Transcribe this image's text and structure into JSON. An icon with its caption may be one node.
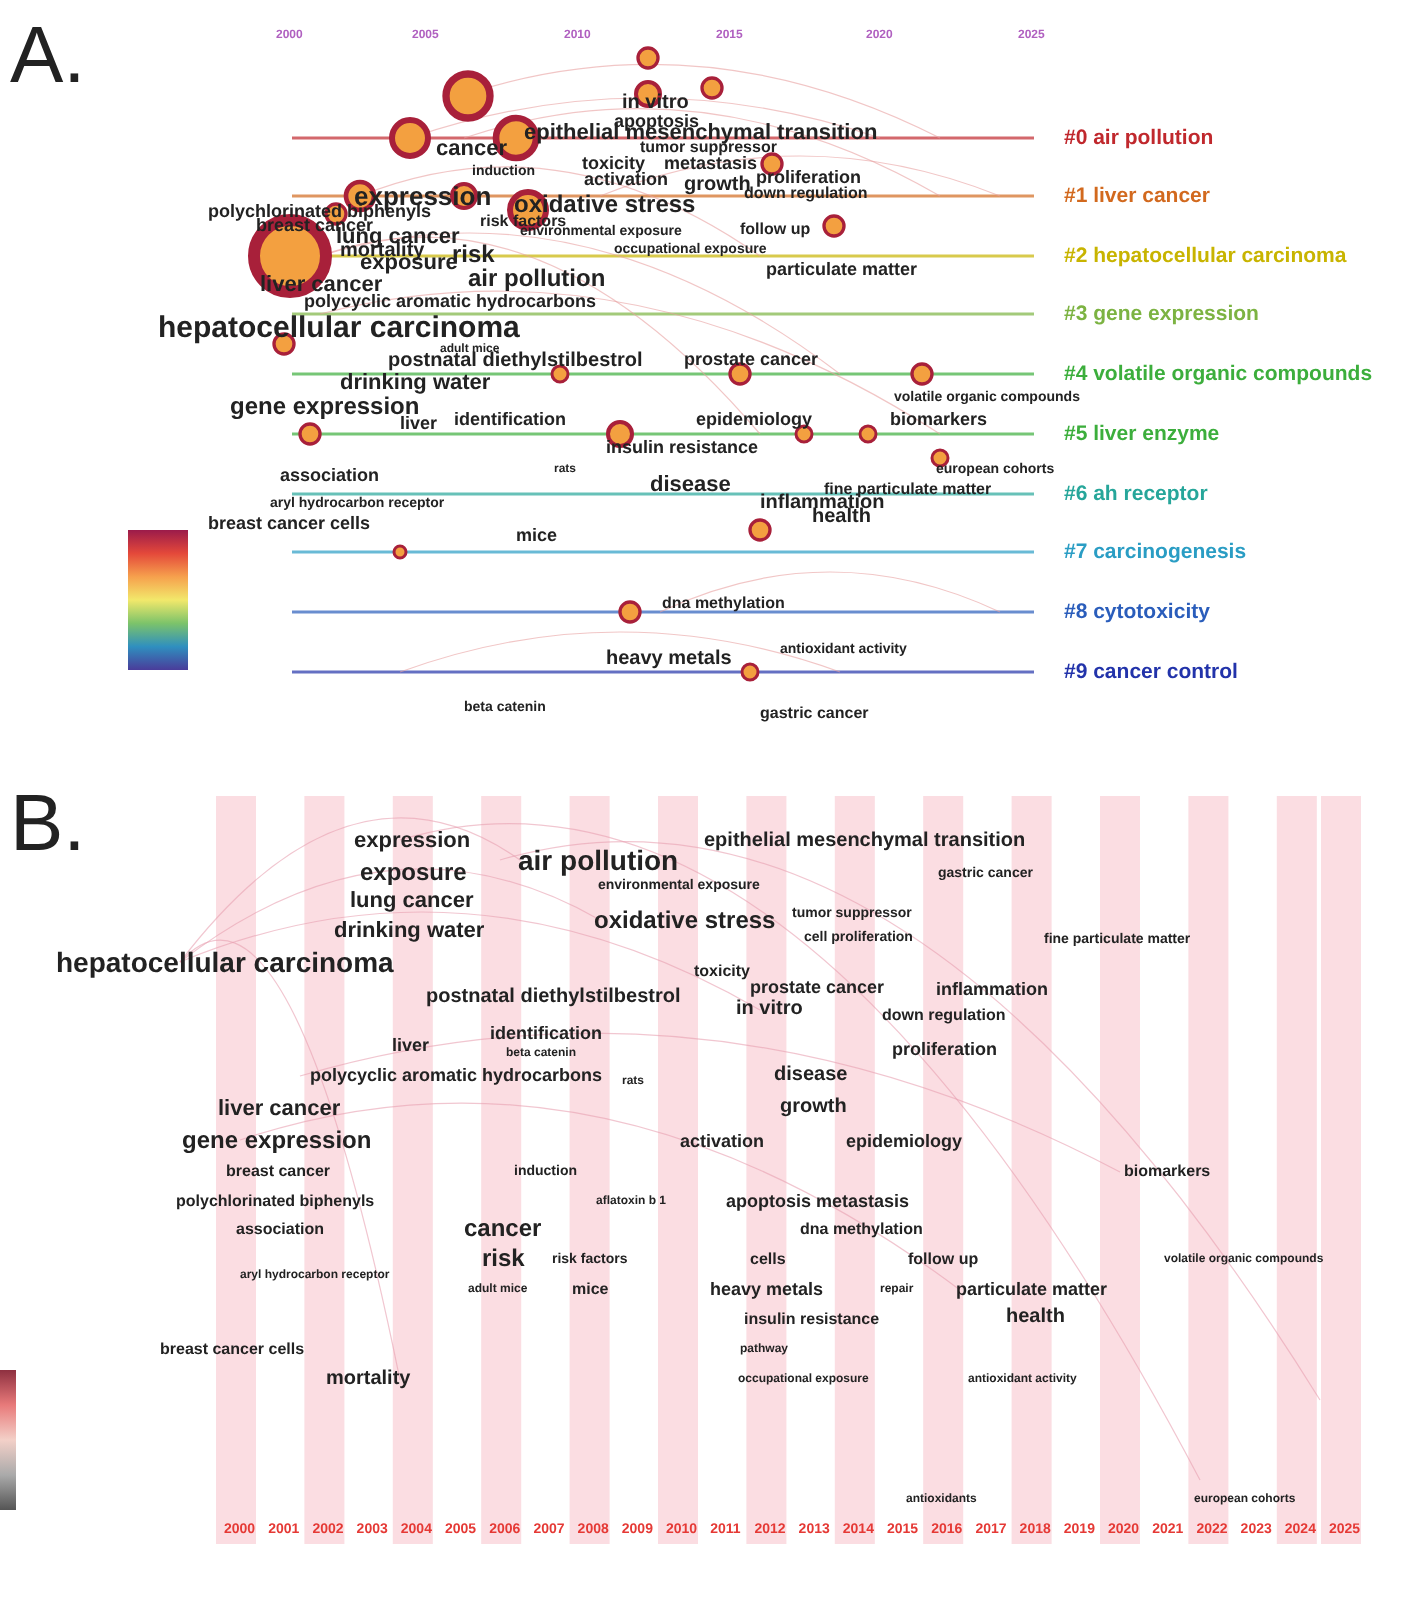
{
  "diagram": {
    "labels": [
      "A.",
      "2000",
      "2005",
      "2010",
      "2015",
      "2020",
      "2025",
      "in vitro",
      "apoptosis",
      "cancer",
      "epithelial mesenchymal transition",
      "tumor suppressor",
      "#0 air pollution",
      "toxicity",
      "metastasis",
      "induction",
      "activation",
      "growth",
      "proliferation",
      "down regulation",
      "#1 liver cancer",
      "expression",
      "oxidative stress",
      "polychlorinated biphenyls",
      "breast cancer",
      "risk factors",
      "environmental exposure",
      "follow up",
      "lung cancer",
      "mortality",
      "exposure",
      "risk",
      "air pollution",
      "occupational exposure",
      "particulate matter",
      "#2 hepatocellular carcinoma",
      "liver cancer",
      "polycyclic aromatic hydrocarbons",
      "#3 gene expression",
      "hepatocellular carcinoma",
      "adult mice",
      "postnatal diethylstilbestrol",
      "prostate cancer",
      "#4 volatile organic compounds",
      "drinking water",
      "volatile organic compounds",
      "gene expression",
      "liver",
      "identification",
      "epidemiology",
      "biomarkers",
      "#5 liver enzyme",
      "insulin resistance",
      "rats",
      "european cohorts",
      "fine particulate matter",
      "association",
      "#6 ah receptor",
      "disease",
      "aryl hydrocarbon receptor",
      "inflammation",
      "health",
      "breast cancer cells",
      "mice",
      "#7 carcinogenesis",
      "dna methylation",
      "#8 cytotoxicity",
      "antioxidant activity",
      "heavy metals",
      "#9 cancer control",
      "beta catenin",
      "gastric cancer",
      "B.",
      "expression",
      "epithelial mesenchymal transition",
      "air pollution",
      "exposure",
      "gastric cancer",
      "environmental exposure",
      "lung cancer",
      "oxidative stress",
      "tumor suppressor",
      "drinking water",
      "cell proliferation",
      "fine particulate matter",
      "hepatocellular carcinoma",
      "toxicity",
      "prostate cancer",
      "inflammation",
      "postnatal diethylstilbestrol",
      "in vitro",
      "down regulation",
      "identification",
      "liver",
      "beta catenin",
      "proliferation",
      "polycyclic aromatic hydrocarbons",
      "rats",
      "disease",
      "liver cancer",
      "growth",
      "gene expression",
      "activation",
      "epidemiology",
      "breast cancer",
      "induction",
      "biomarkers",
      "polychlorinated biphenyls",
      "aflatoxin b 1",
      "apoptosis metastasis",
      "association",
      "cancer",
      "dna methylation",
      "risk",
      "risk factors",
      "cells",
      "follow up",
      "volatile organic compounds",
      "aryl hydrocarbon receptor",
      "adult mice",
      "mice",
      "heavy metals",
      "repair",
      "particulate matter",
      "insulin resistance",
      "health",
      "breast cancer cells",
      "pathway",
      "mortality",
      "occupational exposure",
      "antioxidant activity",
      "antioxidants",
      "european cohorts",
      "2000",
      "2001",
      "2002",
      "2003",
      "2004",
      "2005",
      "2006",
      "2007",
      "2008",
      "2009",
      "2010",
      "2011",
      "2012",
      "2013",
      "2014",
      "2015",
      "2016",
      "2017",
      "2018",
      "2019",
      "2020",
      "2021",
      "2022",
      "2023",
      "2024",
      "2025"
    ]
  }
}
